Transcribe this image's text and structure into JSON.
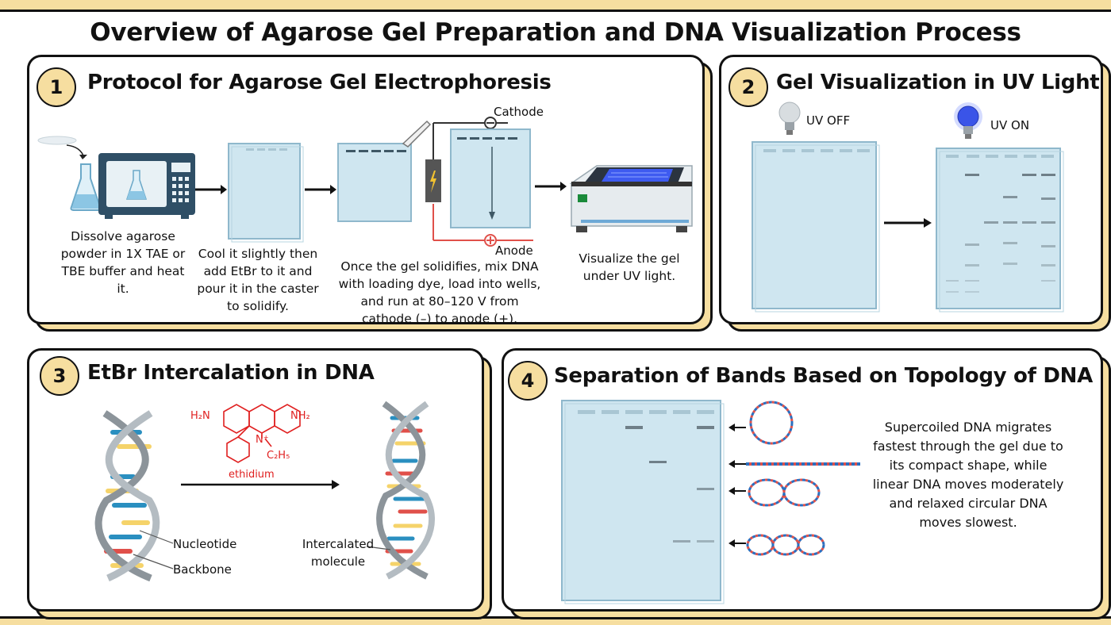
{
  "title": "Overview of Agarose Gel Preparation and DNA Visualization Process",
  "panel1": {
    "number": "1",
    "title": "Protocol for Agarose Gel Electrophoresis",
    "step1_caption": "Dissolve agarose powder in 1X TAE or TBE buffer and heat it.",
    "step2_caption": "Cool it slightly then add EtBr to it and pour it in the caster to solidify.",
    "step3_caption": "Once the gel solidifies, mix DNA with loading dye, load into wells, and run at 80–120 V from cathode (–) to anode (+).",
    "step4_caption": "Visualize the gel under UV light.",
    "cathode_label": "Cathode",
    "anode_label": "Anode"
  },
  "panel2": {
    "number": "2",
    "title": "Gel Visualization in UV Light",
    "uv_off_label": "UV OFF",
    "uv_on_label": "UV ON"
  },
  "panel3": {
    "number": "3",
    "title": "EtBr Intercalation in DNA",
    "molecule_name": "ethidium",
    "nh2_left": "H₂N",
    "nh2_right": "NH₂",
    "n_plus": "N⁺",
    "ethyl": "C₂H₅",
    "nucleotide_label": "Nucleotide",
    "backbone_label": "Backbone",
    "intercalated_label": "Intercalated molecule"
  },
  "panel4": {
    "number": "4",
    "title": "Separation of Bands Based on Topology of DNA",
    "caption": "Supercoiled DNA migrates fastest through the gel due to its compact shape, while linear DNA moves moderately and relaxed circular DNA moves slowest."
  },
  "colors": {
    "accent": "#f6dea0",
    "gel": "#cfe6f0",
    "gel_border": "#8fb8cc",
    "band": "#6f7f88",
    "ethidium": "#e02020",
    "dna_blue": "#2a8fc0",
    "dna_yellow": "#f5d36a",
    "dna_red": "#e0504a"
  }
}
